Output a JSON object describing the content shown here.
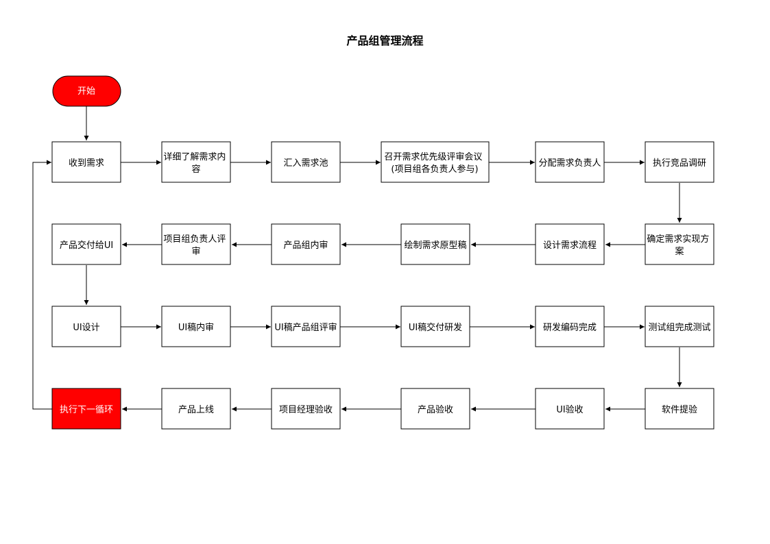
{
  "title": "产品组管理流程",
  "colors": {
    "start_fill": "#ff0000",
    "end_fill": "#ff0000",
    "box_fill": "#ffffff",
    "line": "#000000"
  },
  "nodes": {
    "start": "开始",
    "receive": "收到需求",
    "detail": [
      "详细了解需求内",
      "容"
    ],
    "pool": "汇入需求池",
    "meeting": [
      "召开需求优先级评审会议",
      "(项目组各负责人参与)"
    ],
    "assign": "分配需求负责人",
    "research": "执行竞品调研",
    "plan": [
      "确定需求实现方",
      "案"
    ],
    "design_flow": "设计需求流程",
    "prototype": "绘制需求原型稿",
    "internal_review": "产品组内审",
    "lead_review": [
      "项目组负责人评",
      "审"
    ],
    "deliver_ui": "产品交付给UI",
    "ui_design": "UI设计",
    "ui_internal": "UI稿内审",
    "ui_product_review": "UI稿产品组评审",
    "ui_deliver_dev": "UI稿交付研发",
    "dev_done": "研发编码完成",
    "test_done": "测试组完成测试",
    "submit": "软件提验",
    "ui_accept": "UI验收",
    "product_accept": "产品验收",
    "pm_accept": "项目经理验收",
    "launch": "产品上线",
    "next_cycle": "执行下一循环"
  }
}
